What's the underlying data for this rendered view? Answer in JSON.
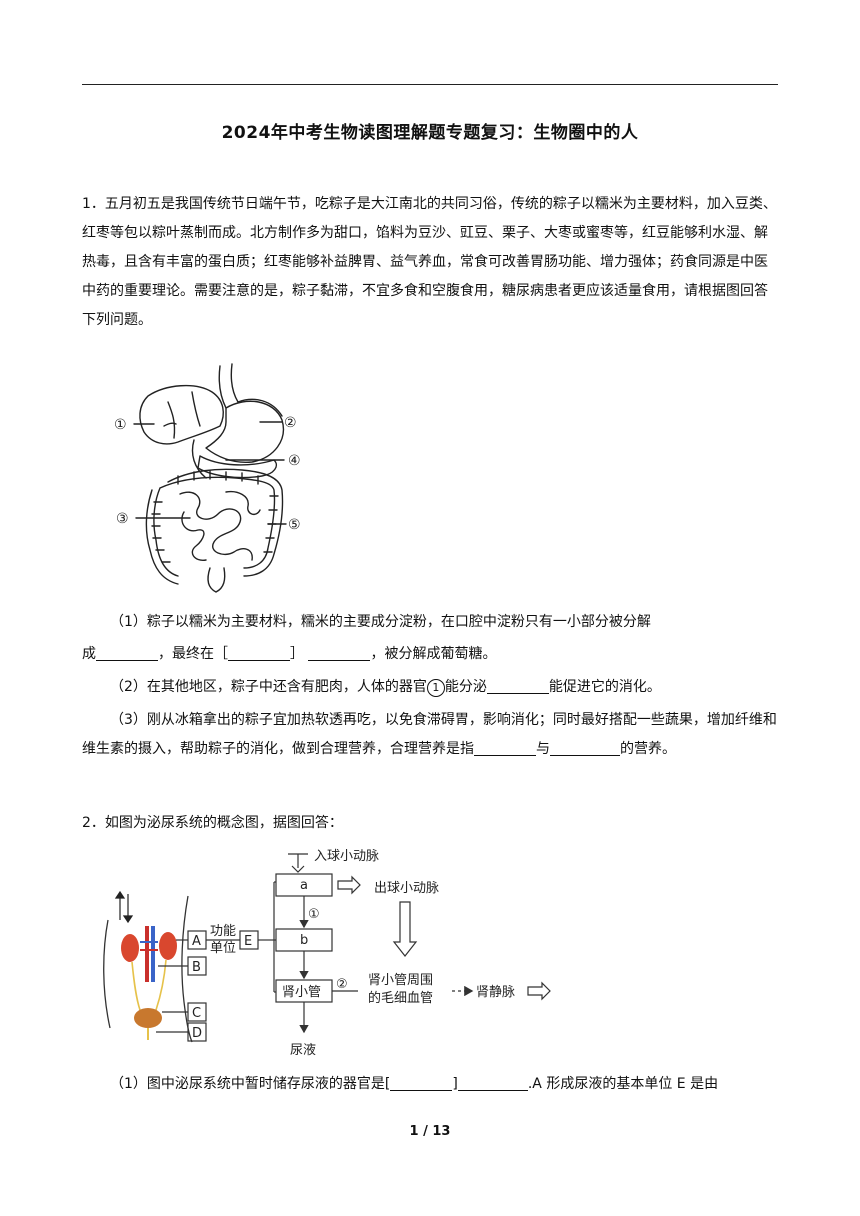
{
  "title": "2024年中考生物读图理解题专题复习：生物圈中的人",
  "q1": {
    "stem": "1．五月初五是我国传统节日端午节，吃粽子是大江南北的共同习俗，传统的粽子以糯米为主要材料，加入豆类、红枣等包以粽叶蒸制而成。北方制作多为甜口，馅料为豆沙、豇豆、栗子、大枣或蜜枣等，红豆能够利水湿、解热毒，且含有丰富的蛋白质；红枣能够补益脾胃、益气养血，常食可改善胃肠功能、增力强体；药食同源是中医中药的重要理论。需要注意的是，粽子黏滞，不宜多食和空腹食用，糖尿病患者更应该适量食用，请根据图回答下列问题。",
    "labels": [
      "①",
      "②",
      "③",
      "④",
      "⑤"
    ],
    "sub1_a": "（1）粽子以糯米为主要材料，糯米的主要成分淀粉，在口腔中淀粉只有一小部分被分解",
    "sub1_b": "成",
    "sub1_c": "，最终在［",
    "sub1_d": "］",
    "sub1_e": "，被分解成葡萄糖。",
    "sub2_a": "（2）在其他地区，粽子中还含有肥肉，人体的器官",
    "sub2_num": "1",
    "sub2_b": "能分泌",
    "sub2_c": "能促进它的消化。",
    "sub3_a": "（3）刚从冰箱拿出的粽子宜加热软透再吃，以免食滞碍胃，影响消化；同时最好搭配一些蔬果，增加纤维和维生素的摄入，帮助粽子的消化，做到合理营养，合理营养是指",
    "sub3_b": "与",
    "sub3_c": "的营养。"
  },
  "q2": {
    "stem": "2．如图为泌尿系统的概念图，据图回答：",
    "diagram": {
      "in_arteriole": "入球小动脉",
      "out_arteriole": "出球小动脉",
      "box_a": "a",
      "box_b": "b",
      "box_tubule": "肾小管",
      "step1": "①",
      "step2": "②",
      "capillary_1": "肾小管周围",
      "capillary_2": "的毛细血管",
      "renal_vein": "肾静脉",
      "urine": "尿液",
      "func_1": "功能",
      "func_2": "单位",
      "E": "E",
      "A": "A",
      "B": "B",
      "C": "C",
      "D": "D"
    },
    "sub1_a": "（1）图中泌尿系统中暂时储存尿液的器官是[",
    "sub1_b": "]",
    "sub1_c": ".A 形成尿液的基本单位 E 是由"
  },
  "footer": "1 / 13"
}
